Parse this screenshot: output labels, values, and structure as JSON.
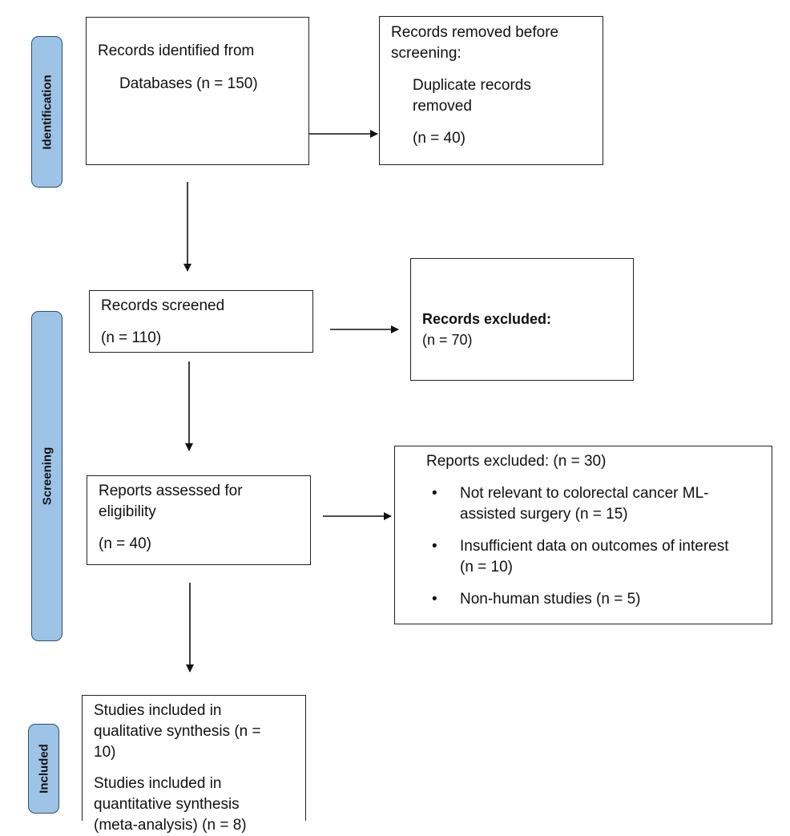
{
  "phases": {
    "identification": "Identification",
    "screening": "Screening",
    "included": "Included"
  },
  "identified": {
    "line1": "Records identified from",
    "line2": "Databases (n = 150)"
  },
  "removed": {
    "title": "Records removed before\nscreening:",
    "detail": "Duplicate records\nremoved",
    "count": "(n = 40)"
  },
  "screened": {
    "title": "Records screened",
    "count": "(n = 110)"
  },
  "excluded": {
    "label": "Records excluded:",
    "count": "(n = 70)"
  },
  "assessed": {
    "title": "Reports assessed for\neligibility",
    "count": "(n = 40)"
  },
  "reports_excluded": {
    "title": "Reports excluded: (n = 30)",
    "reasons": [
      "Not relevant to colorectal cancer ML-\nassisted surgery (n = 15)",
      "Insufficient data on outcomes of interest\n(n = 10)",
      "Non-human studies (n = 5)"
    ]
  },
  "included": {
    "qualitative": "Studies included in\nqualitative synthesis (n =\n10)",
    "quantitative": "Studies included in\nquantitative synthesis\n(meta-analysis) (n = 8)"
  }
}
